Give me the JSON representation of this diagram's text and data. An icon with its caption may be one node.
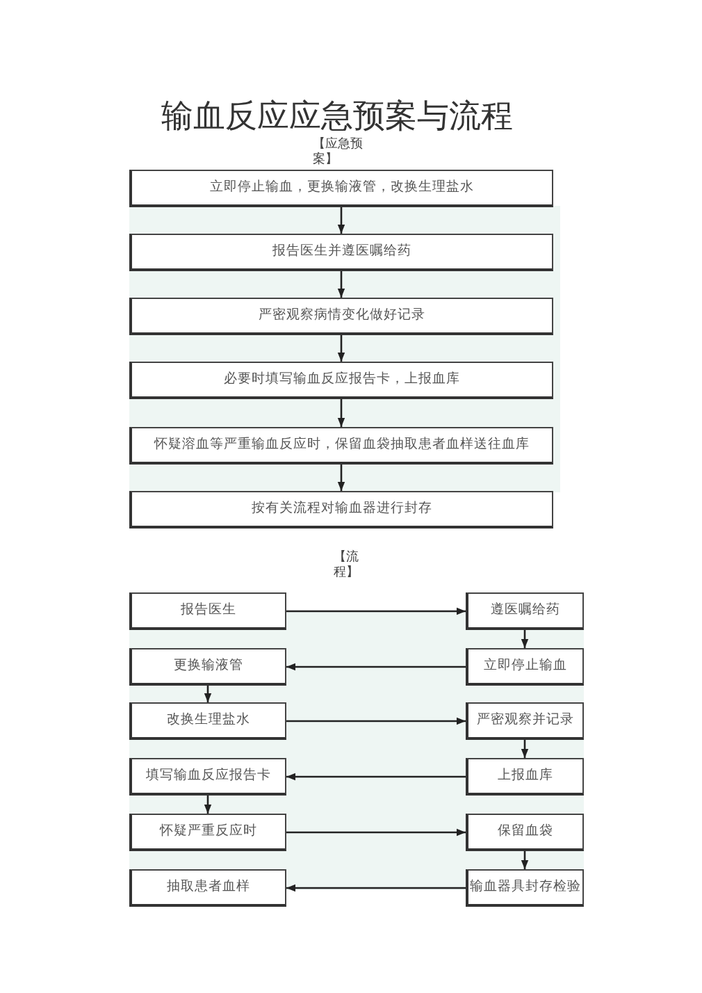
{
  "diagram": {
    "title": "输血反应应急预案与流程",
    "nodes": [
      {
        "text": [
          "立即停止输血，更换输液管，改换生理盐水"
        ]
      },
      {
        "text": [
          "报告医生并遵医嘱给药"
        ]
      },
      {
        "text": [
          "严密观察病情变化做好记录"
        ]
      },
      {
        "text": [
          "必要时填写输血反应报告卡，上报血库"
        ]
      },
      {
        "text": [
          "怀疑溶血等严重输血反应时，保留血袋抽取患者血样送往血库"
        ]
      },
      {
        "text": [
          "按有关流程对输血器进行封存"
        ]
      },
      {
        "text": [
          "报告医生"
        ]
      },
      {
        "text": [
          "遵医嘱给药"
        ]
      },
      {
        "text": [
          "更换输液管"
        ]
      },
      {
        "text": [
          "立即停止输血"
        ]
      },
      {
        "text": [
          "改换生理盐水"
        ]
      },
      {
        "text": [
          "严密观察并记录"
        ]
      },
      {
        "text": [
          "填写输血反应报告卡"
        ]
      },
      {
        "text": [
          "上报血库"
        ]
      },
      {
        "text": [
          "怀疑严重反应时"
        ]
      },
      {
        "text": [
          "保留血袋"
        ]
      },
      {
        "text": [
          "抽取患者血样"
        ]
      },
      {
        "text": [
          "输血器具封存检验"
        ]
      }
    ],
    "edges": [
      {
        "from": 0,
        "to": 1,
        "arrow": "to"
      },
      {
        "from": 1,
        "to": 2,
        "arrow": "to"
      },
      {
        "from": 2,
        "to": 3,
        "arrow": "to"
      },
      {
        "from": 3,
        "to": 4,
        "arrow": "to"
      },
      {
        "from": 4,
        "to": 5,
        "arrow": "to"
      },
      {
        "from": 6,
        "to": 7,
        "arrow": "to"
      },
      {
        "from": 7,
        "to": 9,
        "arrow": "to"
      },
      {
        "from": 9,
        "to": 8,
        "arrow": "to"
      },
      {
        "from": 8,
        "to": 10,
        "arrow": "to"
      },
      {
        "from": 10,
        "to": 11,
        "arrow": "to"
      },
      {
        "from": 11,
        "to": 13,
        "arrow": "to"
      },
      {
        "from": 13,
        "to": 12,
        "arrow": "to"
      },
      {
        "from": 12,
        "to": 14,
        "arrow": "to"
      },
      {
        "from": 14,
        "to": 15,
        "arrow": "to"
      },
      {
        "from": 15,
        "to": 17,
        "arrow": "to"
      },
      {
        "from": 17,
        "to": 16,
        "arrow": "to"
      }
    ],
    "labels": [
      "【应急预案】",
      "【流程】"
    ]
  }
}
